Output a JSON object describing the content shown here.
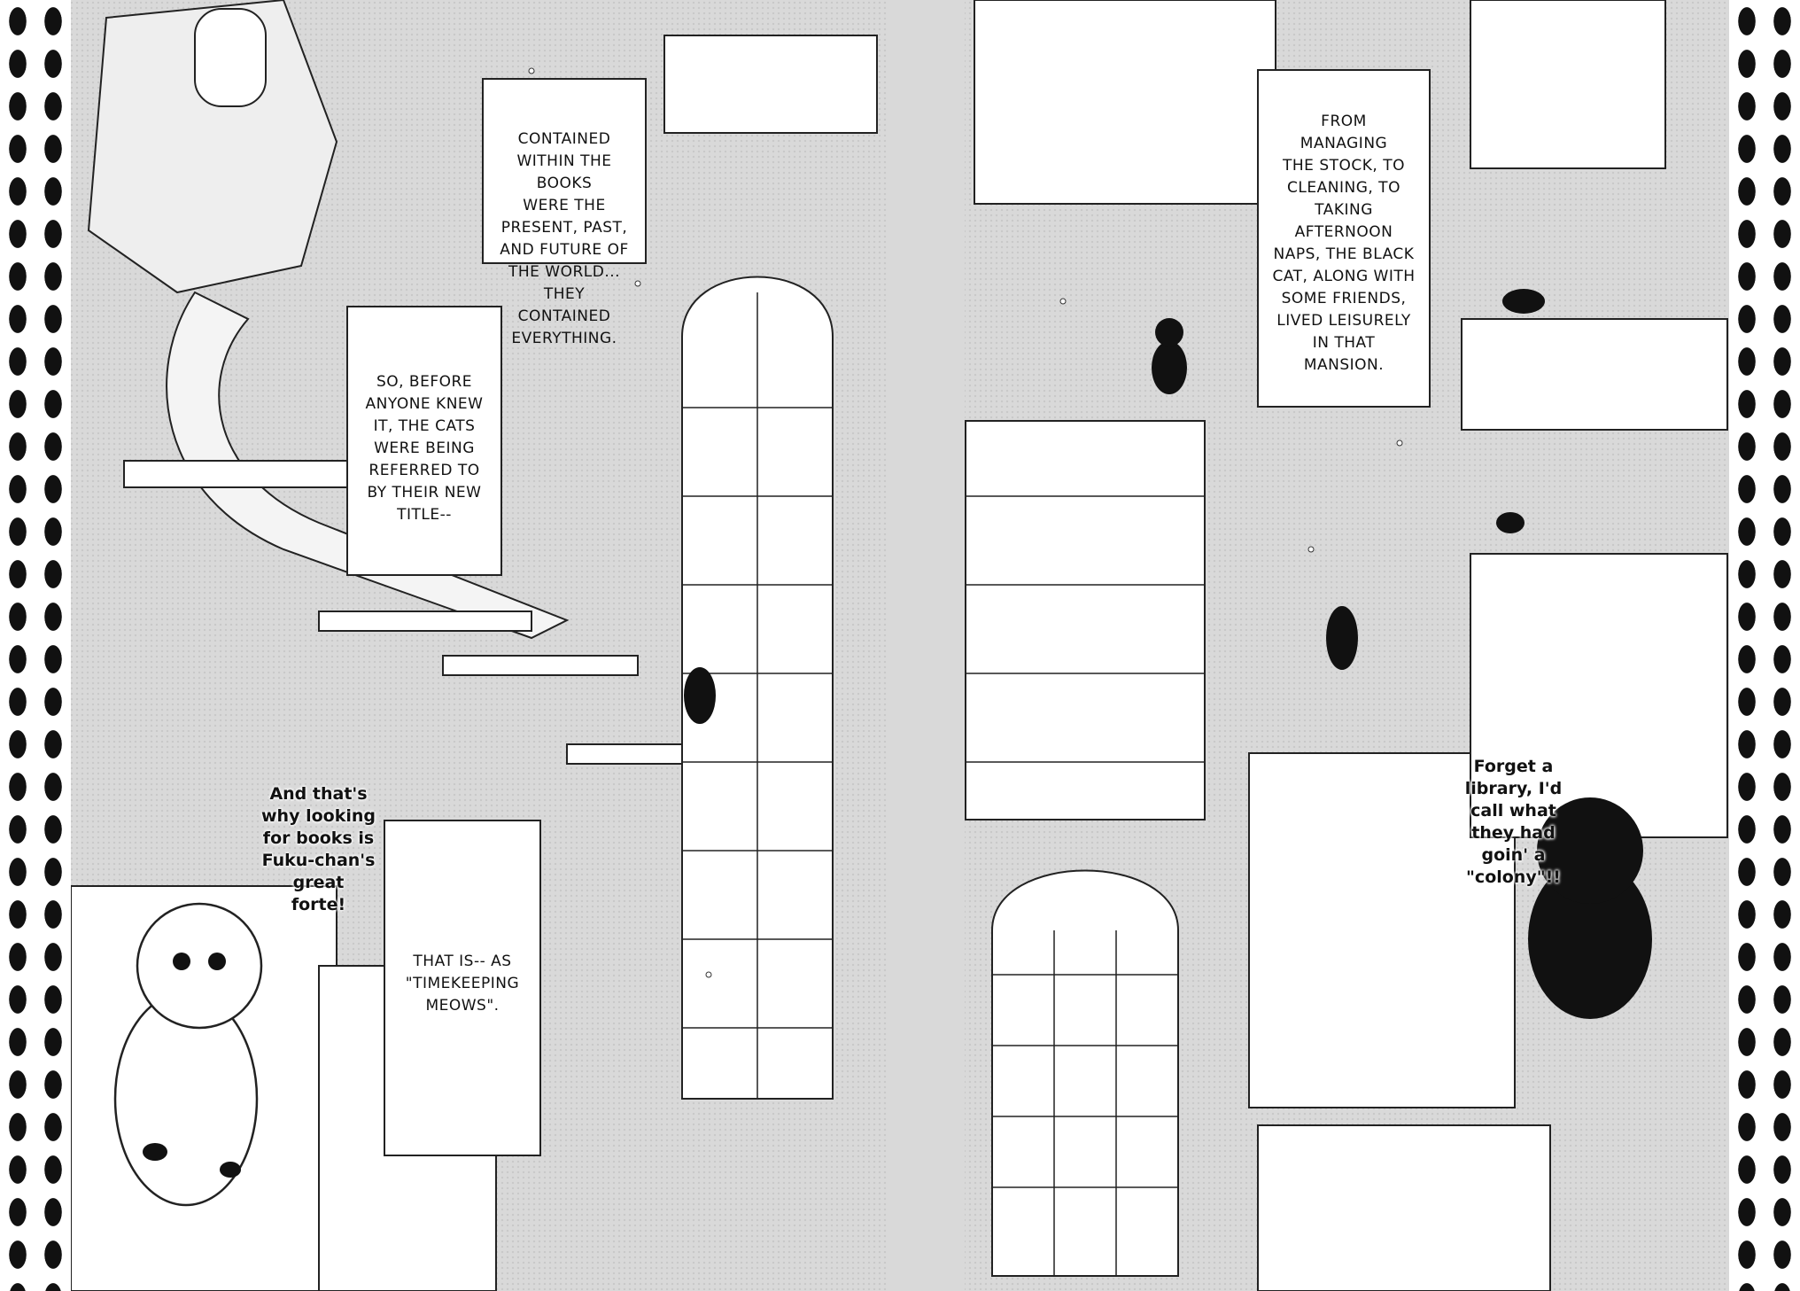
{
  "captions": {
    "contained": "CONTAINED\nWITHIN THE\nBOOKS\nWERE THE\nPRESENT, PAST,\nAND FUTURE OF\nTHE WORLD...\nTHEY CONTAINED\nEVERYTHING.",
    "so_before": "SO, BEFORE\nANYONE KNEW\nIT, THE CATS\nWERE BEING\nREFERRED TO\nBY THEIR NEW\nTITLE--",
    "that_is": "THAT IS-- AS\n\"TIMEKEEPING\nMEOWS\".",
    "from_managing": "FROM\nMANAGING\nTHE STOCK, TO\nCLEANING, TO\nTAKING\nAFTERNOON\nNAPS, THE BLACK\nCAT, ALONG WITH\nSOME FRIENDS,\nLIVED LEISURELY\nIN THAT\nMANSION."
  },
  "handwritten": {
    "fuku_chan": "And that's\nwhy looking\nfor books is\nFuku-chan's\ngreat\nforte!",
    "colony": "Forget a\nlibrary, I'd\ncall what\nthey had\ngoin' a\n\"colony\"!!"
  }
}
